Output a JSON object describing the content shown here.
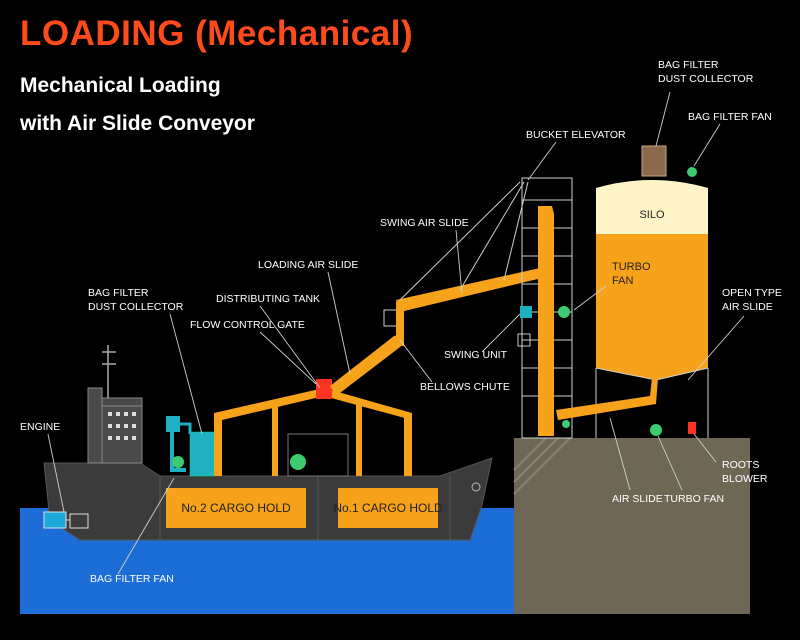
{
  "header": {
    "title": "LOADING (Mechanical)",
    "subtitle_line1": "Mechanical Loading",
    "subtitle_line2": "with Air Slide Conveyor"
  },
  "labels": {
    "bag_filter_top_1": "BAG FILTER",
    "bag_filter_top_2": "DUST COLLECTOR",
    "bag_filter_fan_top": "BAG FILTER FAN",
    "bucket_elevator": "BUCKET ELEVATOR",
    "silo": "SILO",
    "swing_air_slide": "SWING AIR SLIDE",
    "loading_air_slide": "LOADING AIR SLIDE",
    "turbo_fan_silo_1": "TURBO",
    "turbo_fan_silo_2": "FAN",
    "bag_filter_ship_1": "BAG FILTER",
    "bag_filter_ship_2": "DUST COLLECTOR",
    "distributing_tank": "DISTRIBUTING TANK",
    "open_type_1": "OPEN TYPE",
    "open_type_2": "AIR SLIDE",
    "flow_control_gate": "FLOW CONTROL GATE",
    "swing_unit": "SWING UNIT",
    "bellows_chute": "BELLOWS CHUTE",
    "engine": "ENGINE",
    "roots_blower_1": "ROOTS",
    "roots_blower_2": "BLOWER",
    "air_slide": "AIR SLIDE",
    "turbo_fan_bottom": "TURBO FAN",
    "bag_filter_fan_bottom": "BAG FILTER FAN",
    "cargo_hold_2": "No.2 CARGO HOLD",
    "cargo_hold_1": "No.1 CARGO HOLD"
  },
  "colors": {
    "background": "#000000",
    "title": "#ff4a1c",
    "equipment": "#f7a21b",
    "silo_top": "#fff4c8",
    "ship_hull": "#3b3b3b",
    "sea": "#1c6ed6",
    "pier": "#6e6756",
    "fan_green": "#3ccb6e",
    "bag_filter_teal": "#1fb0c4",
    "gate_red": "#ff3322"
  }
}
